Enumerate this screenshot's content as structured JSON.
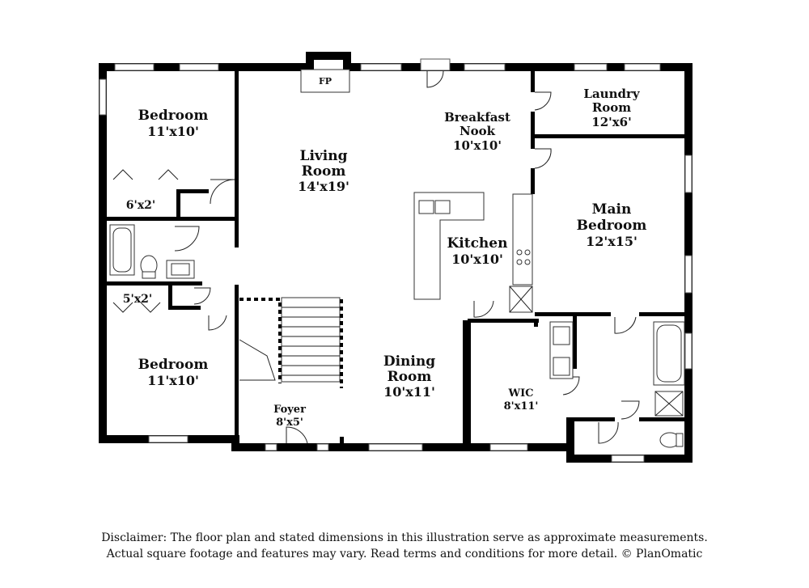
{
  "rooms": {
    "bedroom_nw": {
      "name": "Bedroom",
      "dims": "11'x10'"
    },
    "bedroom_sw": {
      "name": "Bedroom",
      "dims": "11'x10'"
    },
    "living_room": {
      "name_line1": "Living",
      "name_line2": "Room",
      "dims": "14'x19'"
    },
    "breakfast_nook": {
      "name_line1": "Breakfast",
      "name_line2": "Nook",
      "dims": "10'x10'"
    },
    "laundry_room": {
      "name_line1": "Laundry",
      "name_line2": "Room",
      "dims": "12'x6'"
    },
    "main_bedroom": {
      "name_line1": "Main",
      "name_line2": "Bedroom",
      "dims": "12'x15'"
    },
    "kitchen": {
      "name": "Kitchen",
      "dims": "10'x10'"
    },
    "dining_room": {
      "name_line1": "Dining",
      "name_line2": "Room",
      "dims": "10'x11'"
    },
    "foyer": {
      "name": "Foyer",
      "dims": "8'x5'"
    },
    "wic": {
      "name": "WIC",
      "dims": "8'x11'"
    },
    "closet_north": {
      "dims": "6'x2'"
    },
    "closet_south": {
      "dims": "5'x2'"
    }
  },
  "fireplace": {
    "label": "FP"
  },
  "disclaimer": {
    "line1": "Disclaimer: The floor plan and stated dimensions in this illustration serve as approximate measurements.",
    "line2": "Actual square footage and features may vary. Read terms and conditions for more detail. © PlanOmatic"
  }
}
